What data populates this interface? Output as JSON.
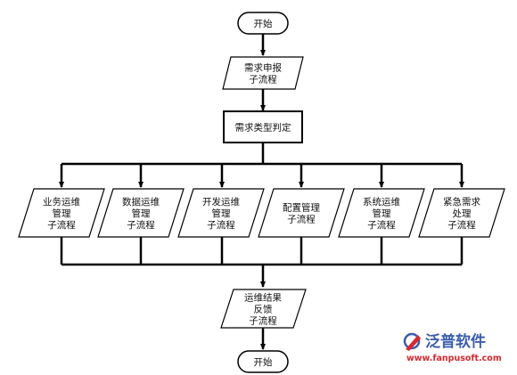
{
  "diagram": {
    "start": {
      "lines": [
        "开始"
      ]
    },
    "request": {
      "lines": [
        "需求申报",
        "子流程"
      ]
    },
    "classify": {
      "lines": [
        "需求类型判定"
      ]
    },
    "branches": [
      {
        "lines": [
          "业务运维",
          "管理",
          "子流程"
        ]
      },
      {
        "lines": [
          "数据运维",
          "管理",
          "子流程"
        ]
      },
      {
        "lines": [
          "开发运维",
          "管理",
          "子流程"
        ]
      },
      {
        "lines": [
          "配置管理",
          "子流程"
        ]
      },
      {
        "lines": [
          "系统运维",
          "管理",
          "子流程"
        ]
      },
      {
        "lines": [
          "紧急需求",
          "处理",
          "子流程"
        ]
      }
    ],
    "feedback": {
      "lines": [
        "运维结果",
        "反馈",
        "子流程"
      ]
    },
    "end": {
      "lines": [
        "开始"
      ]
    }
  },
  "watermark": {
    "brand": "泛普软件",
    "url": "www.fanpusoft.com",
    "accent_blue": "#3a5dae",
    "accent_red": "#d9272e"
  },
  "colors": {
    "stroke": "#000000",
    "background": "#ffffff"
  }
}
